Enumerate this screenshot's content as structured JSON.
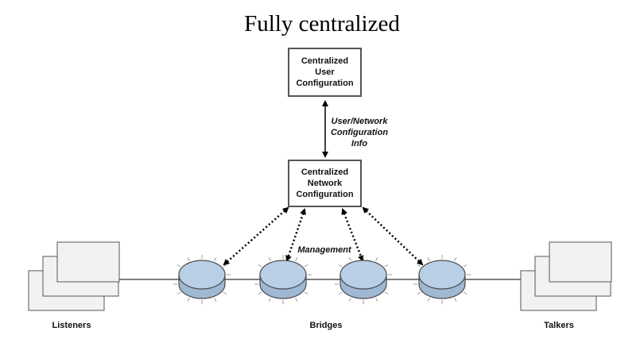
{
  "title": "Fully centralized",
  "nodes": {
    "cuc": {
      "lines": [
        "Centralized",
        "User",
        "Configuration"
      ]
    },
    "cnc": {
      "lines": [
        "Centralized",
        "Network",
        "Configuration"
      ]
    }
  },
  "edge_labels": {
    "uni": [
      "User/Network",
      "Configuration",
      "Info"
    ],
    "management": "Management"
  },
  "groups": {
    "listeners": "Listeners",
    "bridges": "Bridges",
    "talkers": "Talkers"
  },
  "colors": {
    "box_border": "#555555",
    "bridge_fill": "#b8cfe6",
    "bridge_stroke": "#4a4a4a",
    "endstation_fill": "#f2f2f2",
    "line": "#555555"
  }
}
